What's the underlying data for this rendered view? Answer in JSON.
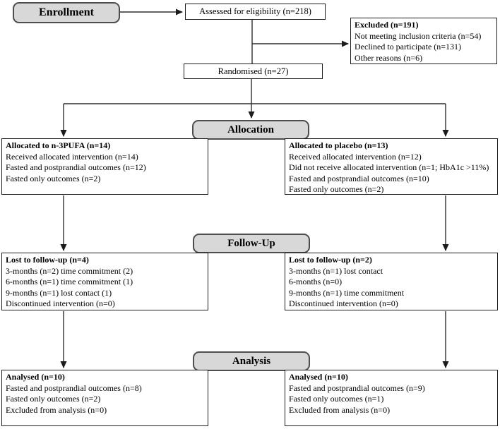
{
  "stages": {
    "enrollment": "Enrollment",
    "allocation": "Allocation",
    "followup": "Follow-Up",
    "analysis": "Analysis"
  },
  "boxes": {
    "assessed": {
      "text": "Assessed for eligibility (n=218)"
    },
    "excluded": {
      "title": "Excluded (n=191)",
      "lines": [
        "Not meeting inclusion criteria (n=54)",
        "Declined to participate (n=131)",
        "Other reasons (n=6)"
      ]
    },
    "randomised": {
      "text": "Randomised (n=27)"
    },
    "alloc_left": {
      "title": "Allocated to n-3PUFA (n=14)",
      "lines": [
        "Received allocated intervention (n=14)",
        "Fasted and postprandial outcomes (n=12)",
        "Fasted only outcomes (n=2)"
      ]
    },
    "alloc_right": {
      "title": "Allocated to placebo (n=13)",
      "lines": [
        "Received allocated intervention (n=12)",
        "Did not receive allocated intervention (n=1; HbA1c >11%)",
        "Fasted and postprandial outcomes (n=10)",
        "Fasted only outcomes (n=2)"
      ]
    },
    "followup_left": {
      "title": "Lost to follow-up (n=4)",
      "lines": [
        "3-months (n=2) time commitment (2)",
        "6-months (n=1) time commitment (1)",
        "9-months (n=1) lost contact (1)",
        "Discontinued intervention (n=0)"
      ]
    },
    "followup_right": {
      "title": "Lost to follow-up (n=2)",
      "lines": [
        "3-months (n=1) lost contact",
        "6-months (n=0)",
        "9-months (n=1) time commitment",
        "Discontinued intervention (n=0)"
      ]
    },
    "analysis_left": {
      "title": "Analysed (n=10)",
      "lines": [
        "Fasted and postprandial outcomes (n=8)",
        "Fasted only outcomes (n=2)",
        "Excluded from analysis (n=0)"
      ]
    },
    "analysis_right": {
      "title": "Analysed (n=10)",
      "lines": [
        "Fasted and postprandial outcomes (n=9)",
        "Fasted only outcomes (n=1)",
        "Excluded from analysis (n=0)"
      ]
    }
  },
  "colors": {
    "stage_fill": "#d8d8d8",
    "stage_border": "#4d4d4d",
    "box_border": "#1c1c1c",
    "line": "#2e2e2e",
    "background": "#ffffff",
    "text": "#000000"
  }
}
